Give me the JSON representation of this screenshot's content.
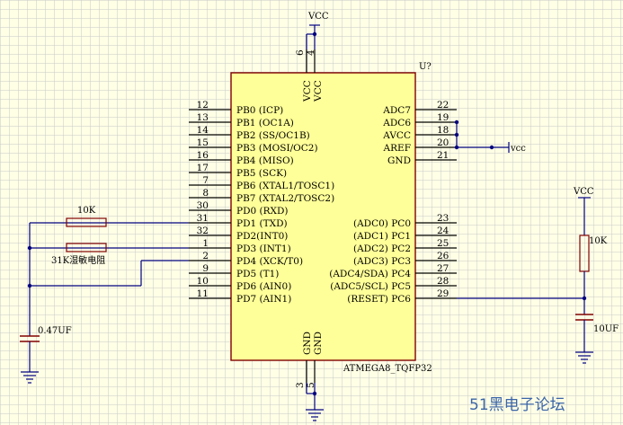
{
  "chip": {
    "ref": "U?",
    "part": "ATMEGA8_TQFP32",
    "top_labels": [
      "VCC",
      "VCC"
    ],
    "top_pins": [
      "6",
      "4"
    ],
    "bottom_labels": [
      "GND",
      "GND"
    ],
    "bottom_pins": [
      "3",
      "5"
    ],
    "left_pins": [
      {
        "num": "12",
        "label": "PB0 (ICP)"
      },
      {
        "num": "13",
        "label": "PB1 (OC1A)"
      },
      {
        "num": "14",
        "label": "PB2 (SS/OC1B)"
      },
      {
        "num": "15",
        "label": "PB3 (MOSI/OC2)"
      },
      {
        "num": "16",
        "label": "PB4 (MISO)"
      },
      {
        "num": "17",
        "label": "PB5 (SCK)"
      },
      {
        "num": "7",
        "label": "PB6 (XTAL1/TOSC1)"
      },
      {
        "num": "8",
        "label": "PB7 (XTAL2/TOSC2)"
      },
      {
        "num": "30",
        "label": "PD0 (RXD)"
      },
      {
        "num": "31",
        "label": "PD1 (TXD)"
      },
      {
        "num": "32",
        "label": "PD2(INT0)"
      },
      {
        "num": "1",
        "label": "PD3 (INT1)"
      },
      {
        "num": "2",
        "label": "PD4 (XCK/T0)"
      },
      {
        "num": "9",
        "label": "PD5 (T1)"
      },
      {
        "num": "10",
        "label": "PD6 (AIN0)"
      },
      {
        "num": "11",
        "label": "PD7 (AIN1)"
      }
    ],
    "right_pins_top": [
      {
        "num": "22",
        "label": "ADC7"
      },
      {
        "num": "19",
        "label": "ADC6"
      },
      {
        "num": "18",
        "label": "AVCC"
      },
      {
        "num": "20",
        "label": "AREF"
      },
      {
        "num": "21",
        "label": "GND"
      }
    ],
    "right_pins_bottom": [
      {
        "num": "23",
        "label": "(ADC0) PC0"
      },
      {
        "num": "24",
        "label": "(ADC1) PC1"
      },
      {
        "num": "25",
        "label": "(ADC2) PC2"
      },
      {
        "num": "26",
        "label": "(ADC3) PC3"
      },
      {
        "num": "27",
        "label": "(ADC4/SDA) PC4"
      },
      {
        "num": "28",
        "label": "(ADC5/SCL) PC5"
      },
      {
        "num": "29",
        "label": "(RESET) PC6"
      }
    ]
  },
  "nets": {
    "vcc_top": "VCC",
    "vcc_right": "vcc",
    "vcc_reset": "VCC"
  },
  "components": {
    "r1": "10K",
    "r2": "31K湿敏电阻",
    "c1": "0.47UF",
    "r3": "10K",
    "c2": "10UF"
  },
  "watermark": "51黑电子论坛",
  "colors": {
    "background": "#ffffe6",
    "grid": "#c8c8c8",
    "chip_fill": "#ffff99",
    "chip_border": "#800000",
    "wire": "#000080",
    "component": "#800000",
    "watermark": "#3a64a8"
  }
}
